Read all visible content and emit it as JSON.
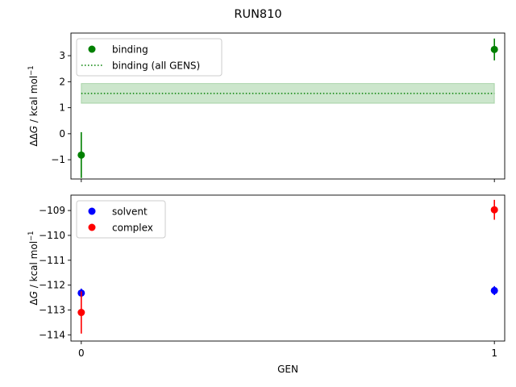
{
  "figure": {
    "title": "RUN810",
    "xlabel": "GEN"
  },
  "chart_data": [
    {
      "type": "scatter",
      "panel": "top",
      "ylabel_prefix": "ΔΔ",
      "ylabel_var": "G",
      "ylabel_units": " / kcal mol",
      "ylabel_sup": "−1",
      "x": [
        0,
        1
      ],
      "xlim": [
        -0.025,
        1.025
      ],
      "ylim": [
        -1.74,
        3.87
      ],
      "xticks": [
        0,
        1
      ],
      "yticks": [
        -1,
        0,
        1,
        2,
        3
      ],
      "show_xtick_labels": false,
      "legend_position": "upper-left",
      "series": [
        {
          "name": "binding",
          "kind": "scatter-errorbar",
          "color": "#008000",
          "x": [
            0,
            1
          ],
          "y": [
            -0.82,
            3.24
          ],
          "err": [
            0.88,
            0.42
          ]
        },
        {
          "name": "binding (all GENS)",
          "kind": "hline-band",
          "color": "#008000",
          "x_range": [
            0,
            1
          ],
          "y": 1.55,
          "band": [
            1.17,
            1.93
          ]
        }
      ]
    },
    {
      "type": "scatter",
      "panel": "bottom",
      "ylabel_prefix": "Δ",
      "ylabel_var": "G",
      "ylabel_units": " / kcal mol",
      "ylabel_sup": "−1",
      "x": [
        0,
        1
      ],
      "xlim": [
        -0.025,
        1.025
      ],
      "ylim": [
        -114.25,
        -108.38
      ],
      "xticks": [
        0,
        1
      ],
      "yticks": [
        -114,
        -113,
        -112,
        -111,
        -110,
        -109
      ],
      "show_xtick_labels": true,
      "legend_position": "upper-left",
      "series": [
        {
          "name": "solvent",
          "kind": "scatter-errorbar",
          "color": "#0000ff",
          "x": [
            0,
            1
          ],
          "y": [
            -112.32,
            -112.22
          ],
          "err": [
            0.18,
            0.18
          ]
        },
        {
          "name": "complex",
          "kind": "scatter-errorbar",
          "color": "#ff0000",
          "x": [
            0,
            1
          ],
          "y": [
            -113.1,
            -108.97
          ],
          "err": [
            0.85,
            0.4
          ]
        }
      ]
    }
  ]
}
